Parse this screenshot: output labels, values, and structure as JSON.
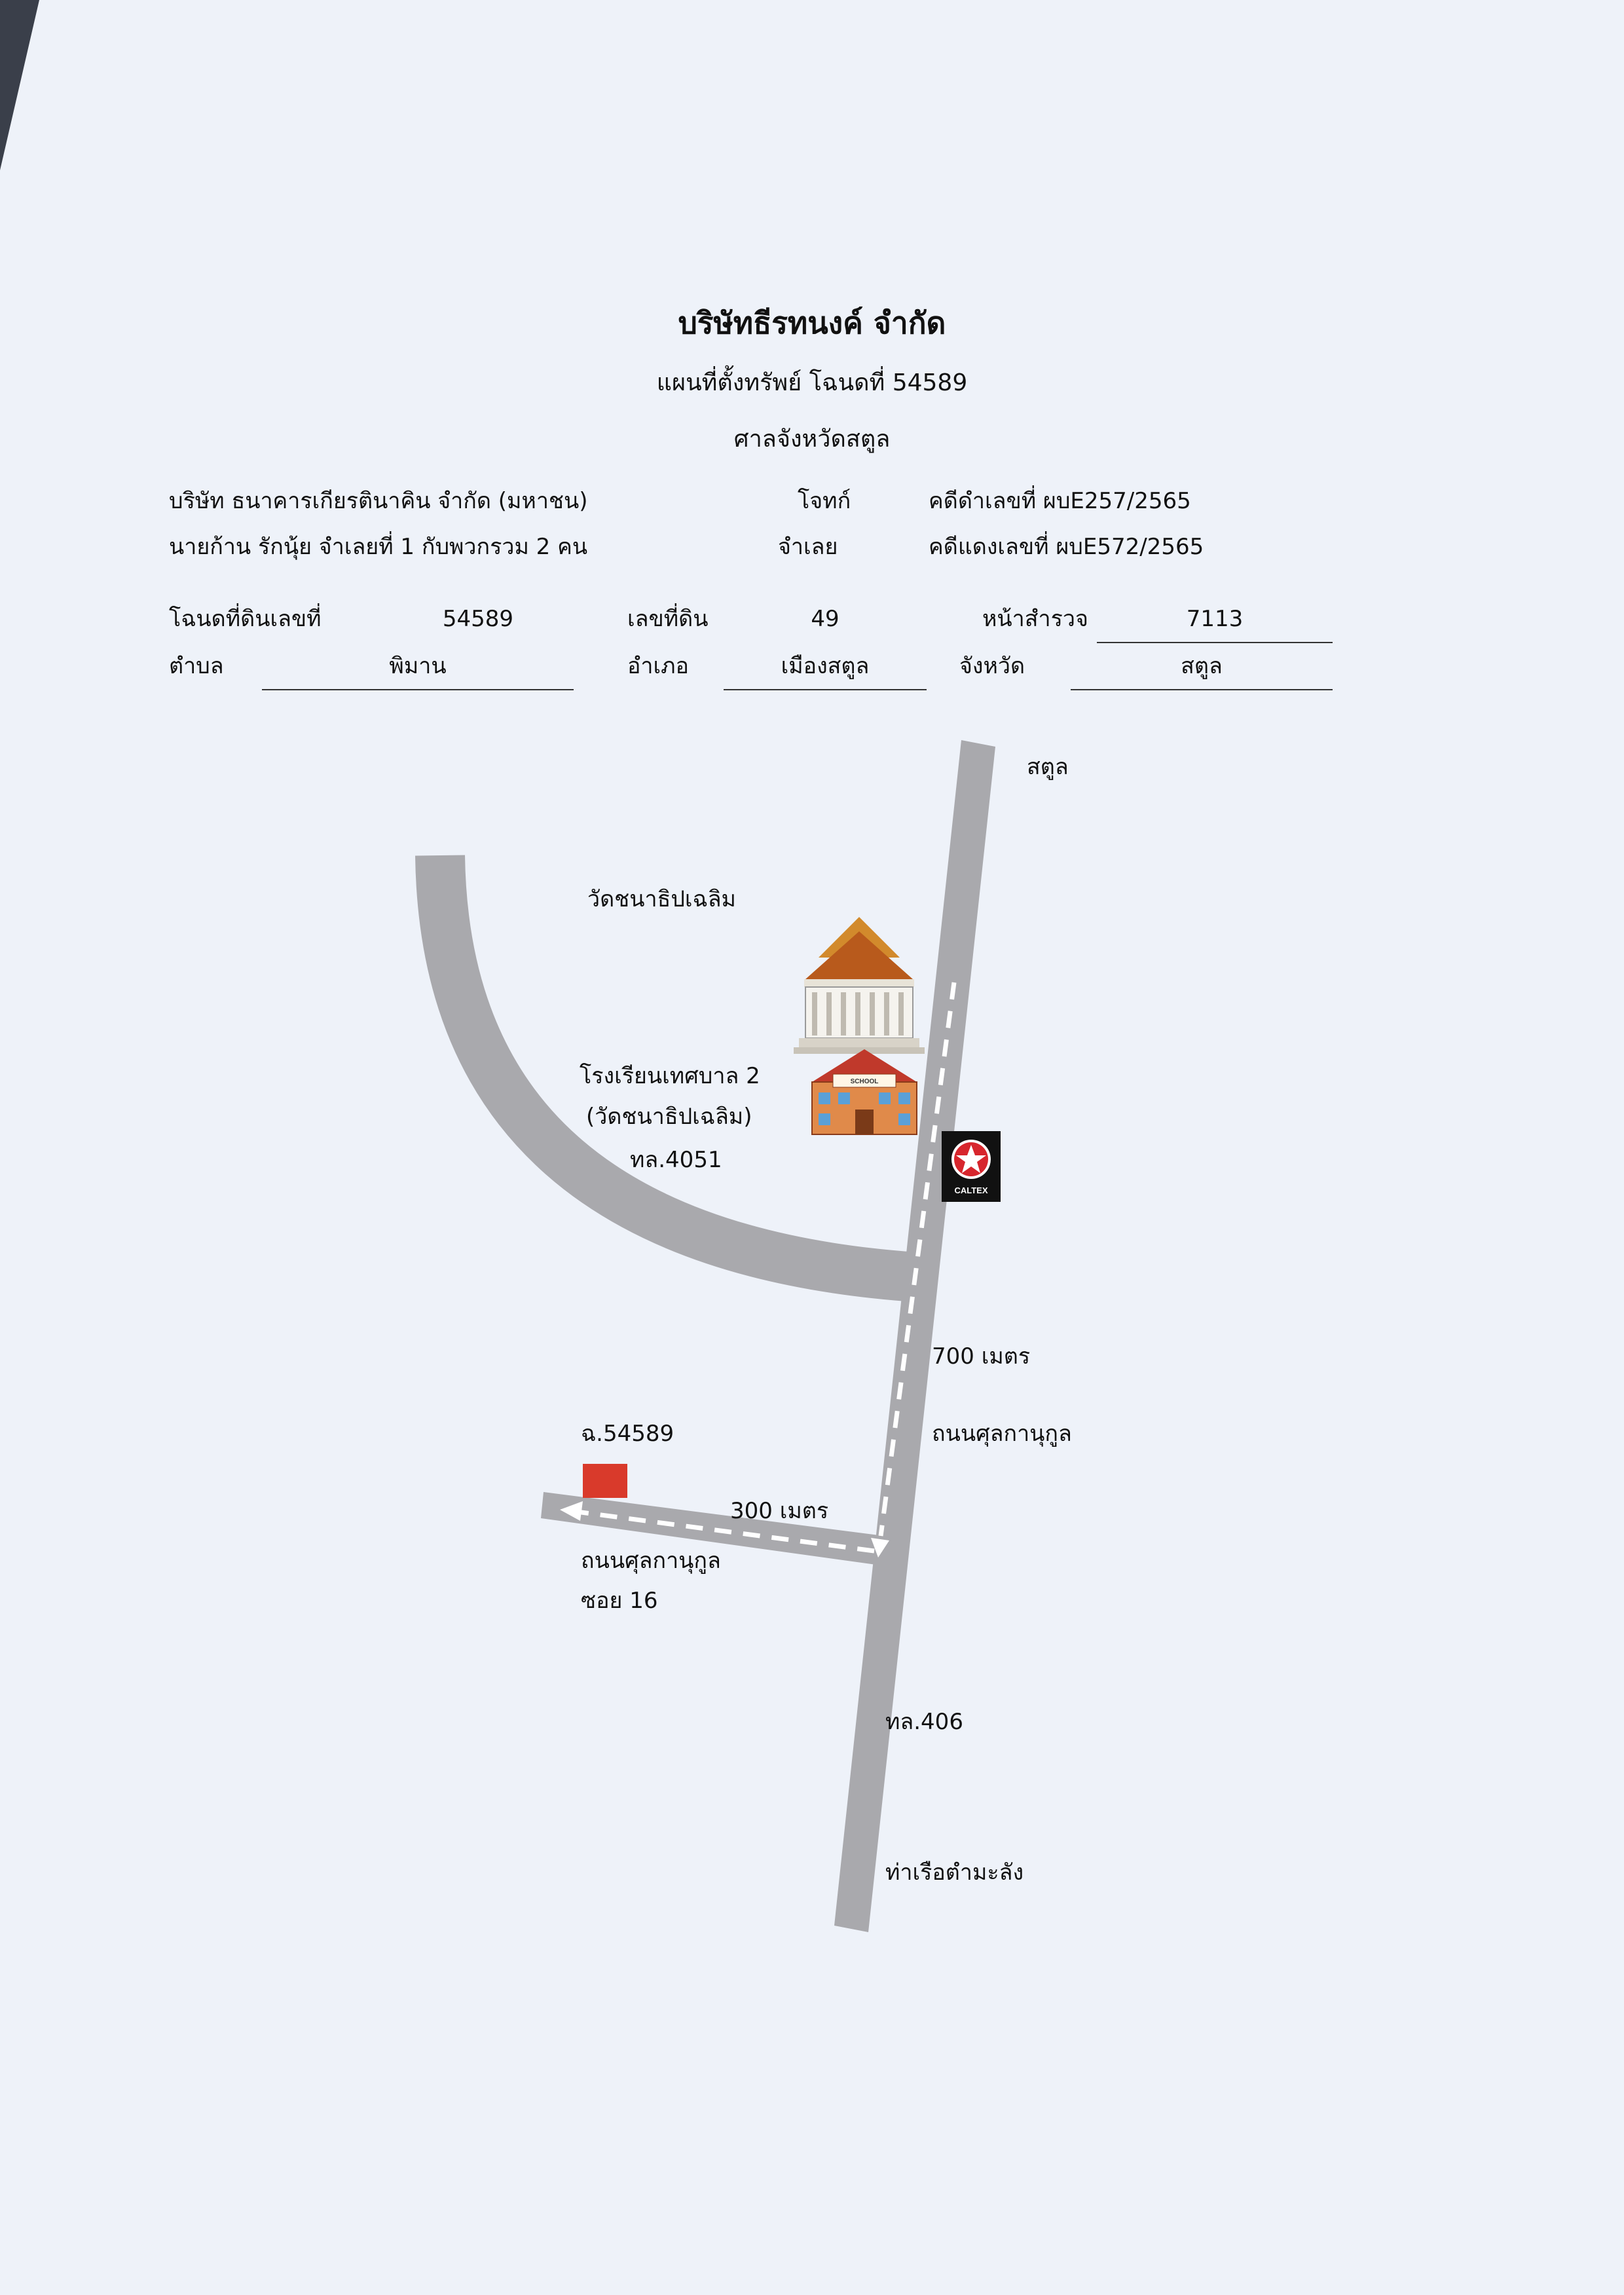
{
  "header": {
    "company": "บริษัทธีรทนงค์ จำกัด",
    "plan_title": "แผนที่ตั้งทรัพย์ โฉนดที่ 54589",
    "court": "ศาลจังหวัดสตูล"
  },
  "case": {
    "plaintiff": "บริษัท ธนาคารเกียรตินาคิน จำกัด (มหาชน)",
    "plaintiff_role": "โจทก์",
    "black_case": "คดีดำเลขที่ ผบE257/2565",
    "defendant": "นายก้าน รักนุ้ย จำเลยที่ 1 กับพวกรวม 2 คน",
    "defendant_role": "จำเลย",
    "red_case": "คดีแดงเลขที่ ผบE572/2565"
  },
  "deed": {
    "deed_label": "โฉนดที่ดินเลขที่",
    "deed_value": "54589",
    "land_no_label": "เลขที่ดิน",
    "land_no_value": "49",
    "survey_label": "หน้าสำรวจ",
    "survey_value": "7113",
    "tambon_label": "ตำบล",
    "tambon_value": "พิมาน",
    "amphoe_label": "อำเภอ",
    "amphoe_value": "เมืองสตูล",
    "province_label": "จังหวัด",
    "province_value": "สตูล"
  },
  "map": {
    "north_label": "สตูล",
    "temple_label": "วัดชนาธิปเฉลิม",
    "school_label_1": "โรงเรียนเทศบาล 2",
    "school_label_2": "(วัดชนาธิปเฉลิม)",
    "school_sign": "SCHOOL",
    "road_4051": "ทล.4051",
    "caltex_brand": "CALTEX",
    "dist_700": "700 เมตร",
    "road_main": "ถนนศุลกานุกูล",
    "plot_label": "ฉ.54589",
    "dist_300": "300 เมตร",
    "soi_name": "ถนนศุลกานุกูล",
    "soi_no": "ซอย 16",
    "road_406": "ทล.406",
    "pier": "ท่าเรือตำมะลัง"
  },
  "colors": {
    "background": "#eef2f9",
    "road": "#a9a9ad",
    "plot_marker": "#d93a2b",
    "caltex_bg": "#111111",
    "caltex_star": "#d7262d"
  },
  "icons": [
    "temple-icon",
    "school-icon",
    "caltex-logo-icon",
    "plot-marker-icon"
  ]
}
